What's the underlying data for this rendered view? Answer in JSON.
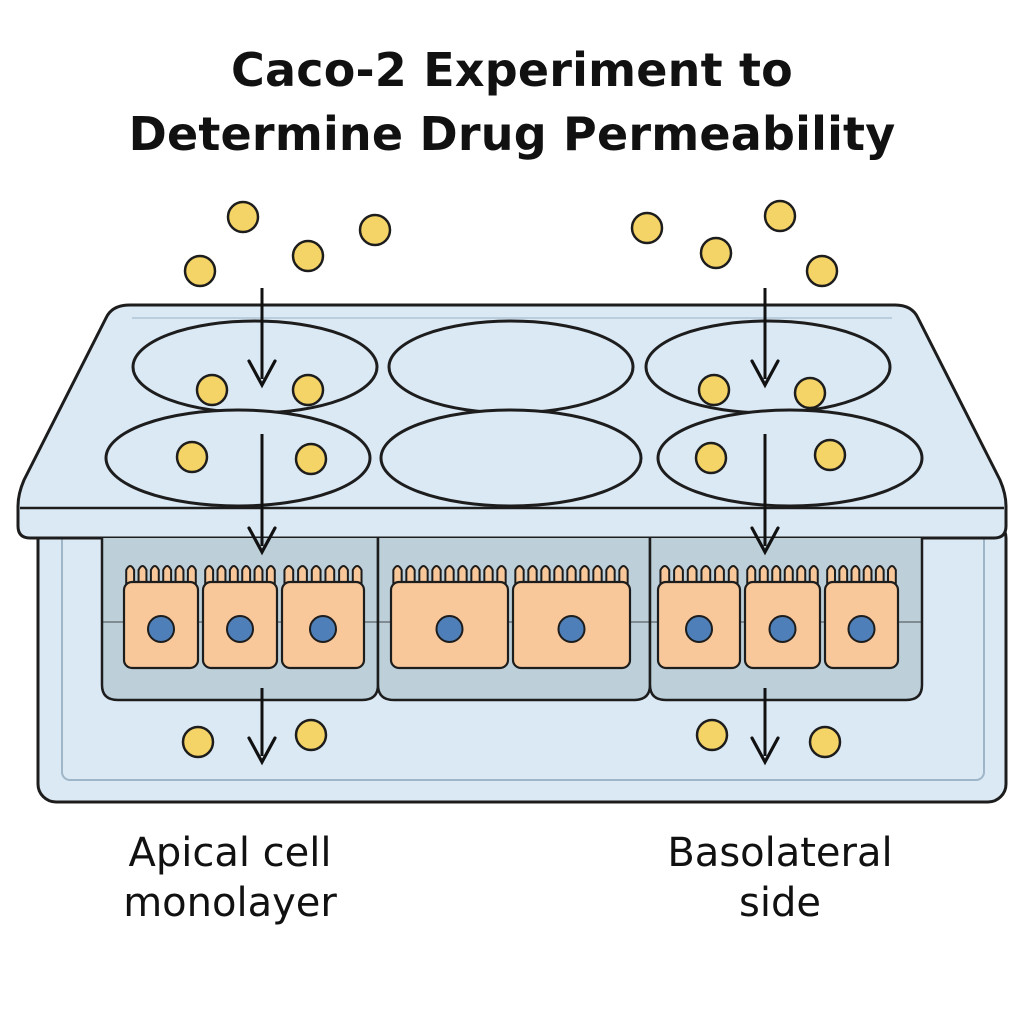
{
  "title": {
    "line1": "Caco-2 Experiment to",
    "line2": "Determine Drug Permeability"
  },
  "labels": {
    "apical": {
      "line1": "Apical cell",
      "line2": "monolayer"
    },
    "basolateral": {
      "line1": "Basolateral",
      "line2": "side"
    }
  },
  "colors": {
    "plate_fill": "#dbe9f5",
    "plate_stroke": "#1d1d1d",
    "drug_particle": "#f5d467",
    "cell_fill": "#f9c89a",
    "nucleus": "#4e7fb8",
    "membrane_base": "#bdd0da"
  },
  "icons": [
    "drug-particle-icon",
    "down-arrow-icon",
    "epithelial-cell-icon",
    "cell-nucleus-icon"
  ]
}
